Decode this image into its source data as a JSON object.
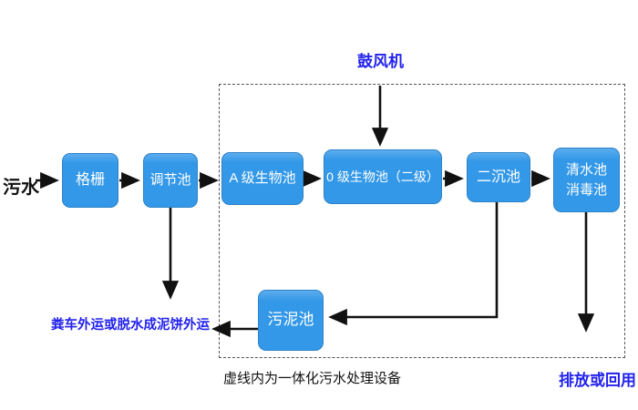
{
  "diagram": {
    "labels": {
      "influent": "污水",
      "blower": "鼓风机",
      "sludge_out": "粪车外运或脱水成泥饼外运",
      "equipment_note": "虚线内为一体化污水处理设备",
      "effluent": "排放或回用"
    },
    "nodes": {
      "grid": "格栅",
      "regulating_tank": "调节池",
      "a_bio_tank": "A 级生物池",
      "o_bio_tank": "0 级生物池（二级）",
      "secondary_clarifier": "二沉池",
      "clear_tank_line1": "清水池",
      "clear_tank_line2": "消毒池",
      "sludge_tank": "污泥池"
    },
    "colors": {
      "box_fill": "#3398e8",
      "box_border": "#2e82c8",
      "box_text": "#ffffff",
      "blue_text": "#2222ee",
      "black_text": "#111111",
      "arrow": "#111111"
    }
  }
}
